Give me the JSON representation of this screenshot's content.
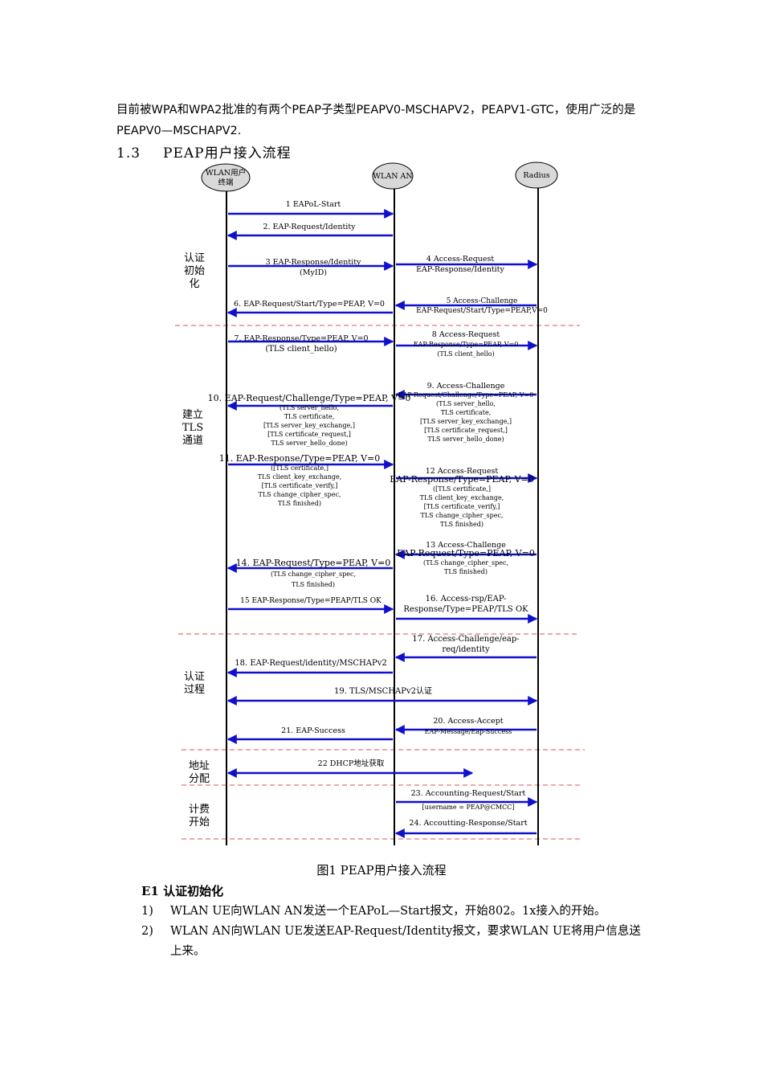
{
  "intro": "目前被WPA和WPA2批准的有两个PEAP子类型PEAPV0-MSCHAPV2，PEAPV1-GTC，使用广泛的是PEAPV0—MSCHAPV2.",
  "section": {
    "number": "1.3",
    "title": "PEAP用户接入流程"
  },
  "nodes": [
    {
      "label_lines": [
        "WLAN用户",
        "终端"
      ]
    },
    {
      "label_lines": [
        "WLAN AN"
      ]
    },
    {
      "label_lines": [
        "Radius"
      ]
    }
  ],
  "phases": [
    {
      "lines": [
        "认证",
        "初始",
        "化"
      ]
    },
    {
      "lines": [
        "建立",
        "TLS",
        "通道"
      ]
    },
    {
      "lines": [
        "认证",
        "过程"
      ]
    },
    {
      "lines": [
        "地址",
        "分配"
      ]
    },
    {
      "lines": [
        "计费",
        "开始"
      ]
    }
  ],
  "arrows": [
    {
      "from": 0,
      "to": 1,
      "step": 1,
      "lines": [
        "1 EAPoL-Start"
      ]
    },
    {
      "from": 1,
      "to": 0,
      "step": 2,
      "lines": [
        "2. EAP-Request/Identity"
      ]
    },
    {
      "from": 0,
      "to": 1,
      "step": 3,
      "lines": [
        "3 EAP-Response/Identity",
        "(MyID)"
      ]
    },
    {
      "from": 1,
      "to": 2,
      "step": 4,
      "lines": [
        "4 Access-Request",
        "EAP-Response/Identity"
      ]
    },
    {
      "from": 2,
      "to": 1,
      "step": 5,
      "lines": [
        "5 Access-Challenge",
        "EAP-Request/Start/Type=PEAP,V=0"
      ]
    },
    {
      "from": 1,
      "to": 0,
      "step": 6,
      "lines": [
        "6. EAP-Request/Start/Type=PEAP, V=0"
      ]
    },
    {
      "from": 0,
      "to": 1,
      "step": 7,
      "lines": [
        "7. EAP-Response/Type=PEAP, V=0",
        "(TLS client_hello)"
      ]
    },
    {
      "from": 1,
      "to": 2,
      "step": 8,
      "lines": [
        "8 Access-Request",
        "EAP-Response/Type=PEAP, V=0",
        "(TLS client_hello)"
      ]
    },
    {
      "from": 2,
      "to": 1,
      "step": 9,
      "lines": [
        "9. Access-Challenge",
        "EAP-Request/Challenge/Type=PEAP, V=0",
        "(TLS server_hello,",
        "TLS certificate,",
        "[TLS server_key_exchange,]",
        "[TLS certificate_request,]",
        "TLS server_hello_done)"
      ]
    },
    {
      "from": 1,
      "to": 0,
      "step": 10,
      "lines": [
        "10. EAP-Request/Challenge/Type=PEAP, V=0",
        "(TLS server_hello,",
        "TLS certificate,",
        "[TLS server_key_exchange,]",
        "[TLS certificate_request,]",
        "TLS server_hello_done)"
      ]
    },
    {
      "from": 0,
      "to": 1,
      "step": 11,
      "lines": [
        "11. EAP-Response/Type=PEAP, V=0",
        "([TLS certificate,]",
        "TLS client_key_exchange,",
        "[TLS certificate_verify,]",
        "TLS change_cipher_spec,",
        "TLS finished)"
      ]
    },
    {
      "from": 1,
      "to": 2,
      "step": 12,
      "lines": [
        "12 Access-Request",
        "EAP-Response/Type=PEAP, V=0",
        "([TLS certificate,]",
        "TLS client_key_exchange,",
        "[TLS certificate_verify,]",
        "TLS change_cipher_spec,",
        "TLS finished)"
      ]
    },
    {
      "from": 2,
      "to": 1,
      "step": 13,
      "lines": [
        "13 Access-Challenge",
        "EAP-Request/Type=PEAP, V=0",
        "(TLS change_cipher_spec,",
        "TLS finished)"
      ]
    },
    {
      "from": 1,
      "to": 0,
      "step": 14,
      "lines": [
        "14. EAP-Request/Type=PEAP, V=0",
        "(TLS change_cipher_spec,",
        "TLS finished)"
      ]
    },
    {
      "from": 0,
      "to": 1,
      "step": 15,
      "lines": [
        "15 EAP-Response/Type=PEAP/TLS OK"
      ]
    },
    {
      "from": 1,
      "to": 2,
      "step": 16,
      "lines": [
        "16. Access-rsp/EAP-",
        "Response/Type=PEAP/TLS OK"
      ]
    },
    {
      "from": 2,
      "to": 1,
      "step": 17,
      "lines": [
        "17. Access-Challenge/eap-",
        "req/identity"
      ]
    },
    {
      "from": 1,
      "to": 0,
      "step": 18,
      "lines": [
        "18. EAP-Request/identity/MSCHAPv2"
      ]
    },
    {
      "from": 0,
      "to": 2,
      "step": 19,
      "bidirectional": true,
      "lines": [
        "19. TLS/MSCHAPv2认证"
      ]
    },
    {
      "from": 2,
      "to": 1,
      "step": 20,
      "lines": [
        "20. Access-Accept",
        "EAP-Message/Eap-Success"
      ]
    },
    {
      "from": 1,
      "to": 0,
      "step": 21,
      "lines": [
        "21. EAP-Success"
      ]
    },
    {
      "from": 0,
      "to": 2,
      "step": 22,
      "bidirectional": true,
      "lines": [
        "22 DHCP地址获取"
      ]
    },
    {
      "from": 1,
      "to": 2,
      "step": 23,
      "lines": [
        "23. Accounting-Request/Start",
        "[username = PEAP@CMCC]"
      ]
    },
    {
      "from": 2,
      "to": 1,
      "step": 24,
      "lines": [
        "24. Accoutting-Response/Start"
      ]
    }
  ],
  "colors": {
    "arrow": "#1010cc",
    "separator": "#e05050",
    "node_fill": "#d9d9d9",
    "lifeline": "#000000"
  },
  "caption": "图1   PEAP用户接入流程",
  "subheading": "E1 认证初始化",
  "items": [
    {
      "num": "1)",
      "text": "WLAN UE向WLAN AN发送一个EAPoL—Start报文，开始802。1x接入的开始。"
    },
    {
      "num": "2)",
      "text": "WLAN AN向WLAN UE发送EAP-Request/Identity报文，要求WLAN UE将用户信息送上来。"
    }
  ]
}
